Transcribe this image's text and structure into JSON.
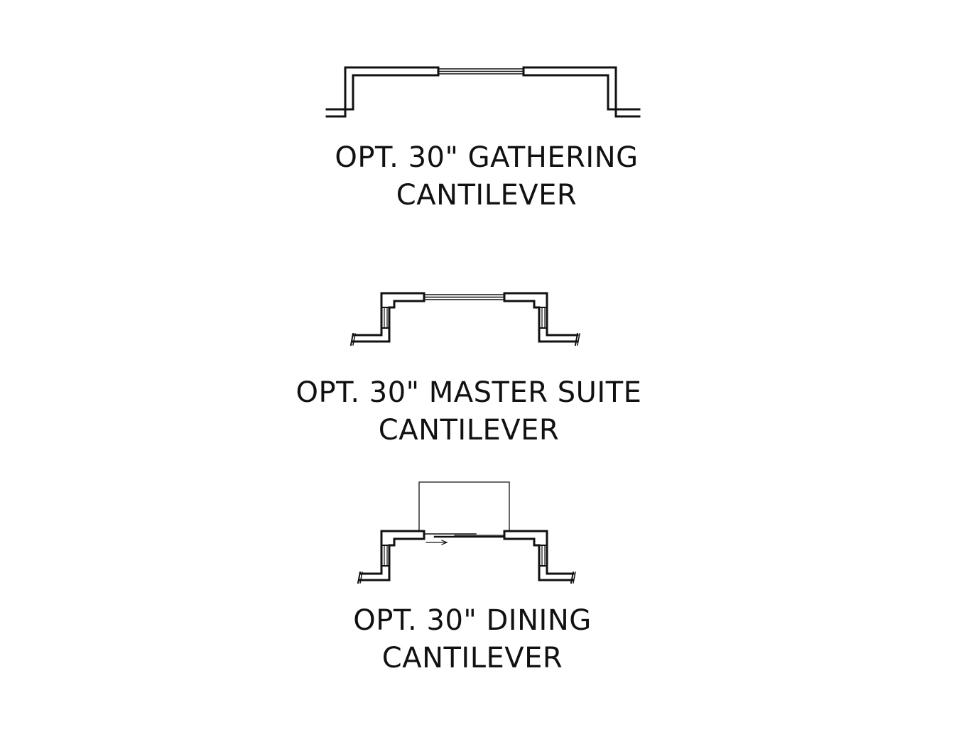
{
  "options": [
    {
      "id": "gathering",
      "label_line1": "OPT. 30\" GATHERING",
      "label_line2": "CANTILEVER"
    },
    {
      "id": "master-suite",
      "label_line1": "OPT. 30\" MASTER SUITE",
      "label_line2": "CANTILEVER"
    },
    {
      "id": "dining",
      "label_line1": "OPT. 30\" DINING",
      "label_line2": "CANTILEVER"
    }
  ],
  "colors": {
    "line": "#111111",
    "background": "#ffffff"
  }
}
